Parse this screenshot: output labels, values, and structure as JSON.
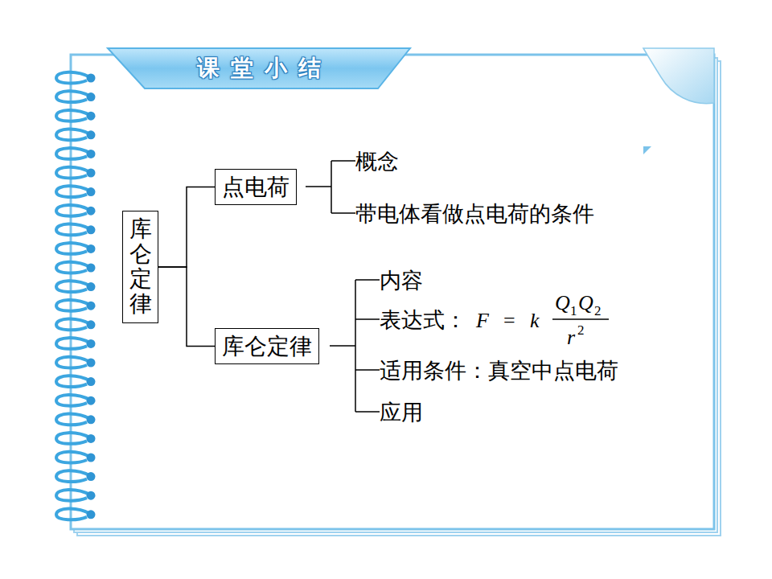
{
  "diagram": {
    "title": "课堂小结",
    "nodes": [
      {
        "text": [
          "库仑定律"
        ]
      },
      {
        "text": [
          "点电荷"
        ]
      },
      {
        "text": [
          "库仑定律"
        ]
      }
    ],
    "edges": [
      {
        "from": 0,
        "to": 1,
        "arrow": "none"
      },
      {
        "from": 0,
        "to": 2,
        "arrow": "none"
      }
    ],
    "labels": [
      "概念",
      "带电体看做点电荷的条件",
      "内容",
      "表达式：",
      "F",
      "=",
      "k",
      "Q",
      "1",
      "Q",
      "2",
      "r",
      "2",
      "适用条件：真空中点电荷",
      "应用"
    ]
  }
}
